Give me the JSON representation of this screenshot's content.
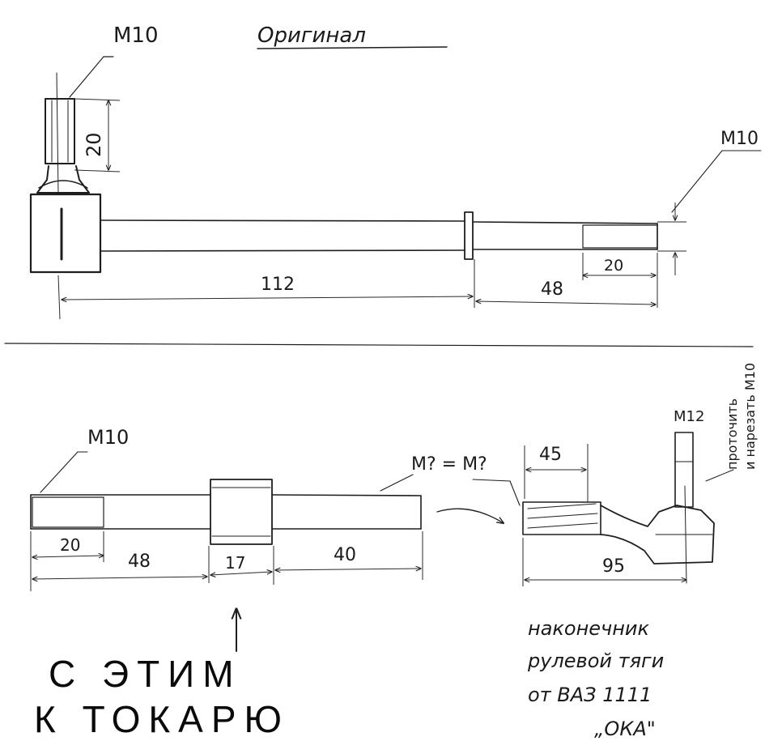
{
  "original": {
    "title": "Оригинал",
    "thread_top": "M10",
    "thread_right": "M10",
    "dim_stud_length": "20",
    "dim_main_length": "112",
    "dim_right_length": "48",
    "dim_thread_length": "20"
  },
  "redesign": {
    "thread_label": "M10",
    "dim_thread": "20",
    "dim_left_section": "48",
    "dim_collar": "17",
    "dim_right_section": "40",
    "thread_question": "M? = M?",
    "dim_socket_depth": "45",
    "dim_tip_length": "95",
    "thread_m12": "M12",
    "side_note_line1": "проточить",
    "side_note_line2": "и нарезать М10",
    "tip_note_line1": "наконечник",
    "tip_note_line2": "рулевой тяги",
    "tip_note_line3": "от ВАЗ 1111",
    "tip_note_line4": "„ОКА\"",
    "marker_line1": "С ЭТИМ",
    "marker_line2": "К ТОКАРЮ"
  }
}
